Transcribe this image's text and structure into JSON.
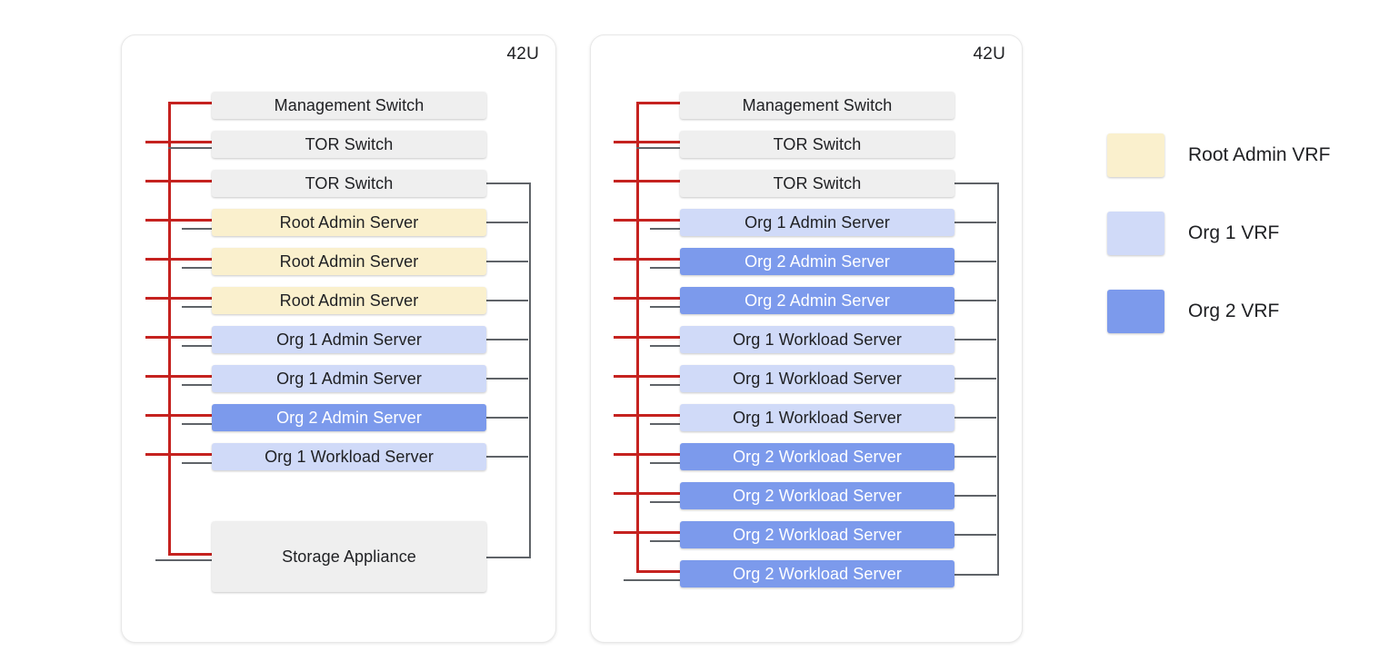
{
  "racks": [
    {
      "id": "rack-left",
      "unit_label": "42U",
      "devices": [
        {
          "label": "Management Switch",
          "kind": "infra",
          "row": 0,
          "right_stub": false
        },
        {
          "label": "TOR Switch",
          "kind": "infra",
          "row": 1,
          "right_stub": false
        },
        {
          "label": "TOR Switch",
          "kind": "infra",
          "row": 2,
          "right_stub": true
        },
        {
          "label": "Root Admin Server",
          "kind": "vrf-root",
          "row": 3,
          "right_stub": true
        },
        {
          "label": "Root Admin Server",
          "kind": "vrf-root",
          "row": 4,
          "right_stub": true
        },
        {
          "label": "Root Admin Server",
          "kind": "vrf-root",
          "row": 5,
          "right_stub": true
        },
        {
          "label": "Org 1 Admin Server",
          "kind": "vrf-org1",
          "row": 6,
          "right_stub": true
        },
        {
          "label": "Org 1 Admin Server",
          "kind": "vrf-org1",
          "row": 7,
          "right_stub": true
        },
        {
          "label": "Org 2 Admin Server",
          "kind": "vrf-org2",
          "row": 8,
          "right_stub": true
        },
        {
          "label": "Org 1 Workload Server",
          "kind": "vrf-org1",
          "row": 9,
          "right_stub": true
        },
        {
          "label": "Storage Appliance",
          "kind": "infra",
          "row": 11,
          "right_stub": true,
          "tall": true
        }
      ]
    },
    {
      "id": "rack-right",
      "unit_label": "42U",
      "devices": [
        {
          "label": "Management Switch",
          "kind": "infra",
          "row": 0,
          "right_stub": false
        },
        {
          "label": "TOR Switch",
          "kind": "infra",
          "row": 1,
          "right_stub": false
        },
        {
          "label": "TOR Switch",
          "kind": "infra",
          "row": 2,
          "right_stub": true
        },
        {
          "label": "Org 1 Admin Server",
          "kind": "vrf-org1",
          "row": 3,
          "right_stub": true
        },
        {
          "label": "Org 2 Admin Server",
          "kind": "vrf-org2",
          "row": 4,
          "right_stub": true
        },
        {
          "label": "Org 2 Admin Server",
          "kind": "vrf-org2",
          "row": 5,
          "right_stub": true
        },
        {
          "label": "Org 1 Workload Server",
          "kind": "vrf-org1",
          "row": 6,
          "right_stub": true
        },
        {
          "label": "Org 1 Workload Server",
          "kind": "vrf-org1",
          "row": 7,
          "right_stub": true
        },
        {
          "label": "Org 1 Workload Server",
          "kind": "vrf-org1",
          "row": 8,
          "right_stub": true
        },
        {
          "label": "Org 2 Workload Server",
          "kind": "vrf-org2",
          "row": 9,
          "right_stub": true
        },
        {
          "label": "Org 2 Workload Server",
          "kind": "vrf-org2",
          "row": 10,
          "right_stub": true
        },
        {
          "label": "Org 2 Workload Server",
          "kind": "vrf-org2",
          "row": 11,
          "right_stub": true
        },
        {
          "label": "Org 2 Workload Server",
          "kind": "vrf-org2",
          "row": 12,
          "right_stub": true
        }
      ]
    }
  ],
  "legend": {
    "items": [
      {
        "label": "Root Admin VRF",
        "color": "#faf0cd"
      },
      {
        "label": "Org 1 VRF",
        "color": "#d0daf8"
      },
      {
        "label": "Org 2 VRF",
        "color": "#7c9aec"
      }
    ]
  },
  "colors": {
    "management_cable": "#c5221f",
    "data_cable": "#5f6368",
    "infra_device": "#efefef",
    "root_admin_vrf": "#faf0cd",
    "org1_vrf": "#d0daf8",
    "org2_vrf": "#7c9aec"
  }
}
